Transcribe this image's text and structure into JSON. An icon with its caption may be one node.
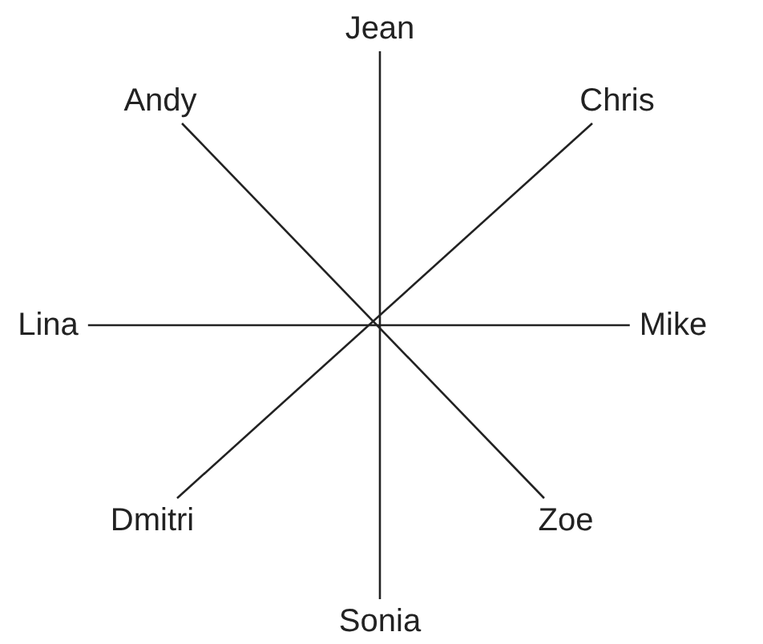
{
  "diagram": {
    "nodes": [
      {
        "text": [
          "Jean"
        ]
      },
      {
        "text": [
          "Andy"
        ]
      },
      {
        "text": [
          "Chris"
        ]
      },
      {
        "text": [
          "Lina"
        ]
      },
      {
        "text": [
          "Mike"
        ]
      },
      {
        "text": [
          "Dmitri"
        ]
      },
      {
        "text": [
          "Zoe"
        ]
      },
      {
        "text": [
          "Sonia"
        ]
      }
    ],
    "edges": [
      {
        "from": 0,
        "to": 7,
        "arrow": "none"
      },
      {
        "from": 1,
        "to": 6,
        "arrow": "none"
      },
      {
        "from": 2,
        "to": 5,
        "arrow": "none"
      },
      {
        "from": 3,
        "to": 4,
        "arrow": "none"
      }
    ]
  }
}
